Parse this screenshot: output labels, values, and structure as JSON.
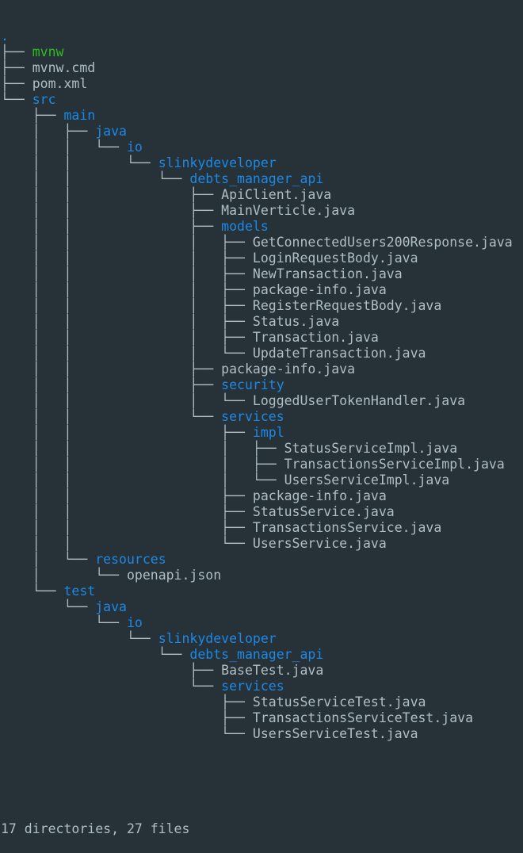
{
  "colors": {
    "background": "#263238",
    "text": "#b0bec5",
    "directory": "#1e88e5",
    "executable": "#2ebc1f"
  },
  "rows": [
    {
      "prefix": "",
      "name": ".",
      "kind": "dir"
    },
    {
      "prefix": "├── ",
      "name": "mvnw",
      "kind": "exec"
    },
    {
      "prefix": "├── ",
      "name": "mvnw.cmd",
      "kind": "file"
    },
    {
      "prefix": "├── ",
      "name": "pom.xml",
      "kind": "file"
    },
    {
      "prefix": "└── ",
      "name": "src",
      "kind": "dir"
    },
    {
      "prefix": "    ├── ",
      "name": "main",
      "kind": "dir"
    },
    {
      "prefix": "    │   ├── ",
      "name": "java",
      "kind": "dir"
    },
    {
      "prefix": "    │   │   └── ",
      "name": "io",
      "kind": "dir"
    },
    {
      "prefix": "    │   │       └── ",
      "name": "slinkydeveloper",
      "kind": "dir"
    },
    {
      "prefix": "    │   │           └── ",
      "name": "debts_manager_api",
      "kind": "dir"
    },
    {
      "prefix": "    │   │               ├── ",
      "name": "ApiClient.java",
      "kind": "file"
    },
    {
      "prefix": "    │   │               ├── ",
      "name": "MainVerticle.java",
      "kind": "file"
    },
    {
      "prefix": "    │   │               ├── ",
      "name": "models",
      "kind": "dir"
    },
    {
      "prefix": "    │   │               │   ├── ",
      "name": "GetConnectedUsers200Response.java",
      "kind": "file"
    },
    {
      "prefix": "    │   │               │   ├── ",
      "name": "LoginRequestBody.java",
      "kind": "file"
    },
    {
      "prefix": "    │   │               │   ├── ",
      "name": "NewTransaction.java",
      "kind": "file"
    },
    {
      "prefix": "    │   │               │   ├── ",
      "name": "package-info.java",
      "kind": "file"
    },
    {
      "prefix": "    │   │               │   ├── ",
      "name": "RegisterRequestBody.java",
      "kind": "file"
    },
    {
      "prefix": "    │   │               │   ├── ",
      "name": "Status.java",
      "kind": "file"
    },
    {
      "prefix": "    │   │               │   ├── ",
      "name": "Transaction.java",
      "kind": "file"
    },
    {
      "prefix": "    │   │               │   └── ",
      "name": "UpdateTransaction.java",
      "kind": "file"
    },
    {
      "prefix": "    │   │               ├── ",
      "name": "package-info.java",
      "kind": "file"
    },
    {
      "prefix": "    │   │               ├── ",
      "name": "security",
      "kind": "dir"
    },
    {
      "prefix": "    │   │               │   └── ",
      "name": "LoggedUserTokenHandler.java",
      "kind": "file"
    },
    {
      "prefix": "    │   │               └── ",
      "name": "services",
      "kind": "dir"
    },
    {
      "prefix": "    │   │                   ├── ",
      "name": "impl",
      "kind": "dir"
    },
    {
      "prefix": "    │   │                   │   ├── ",
      "name": "StatusServiceImpl.java",
      "kind": "file"
    },
    {
      "prefix": "    │   │                   │   ├── ",
      "name": "TransactionsServiceImpl.java",
      "kind": "file"
    },
    {
      "prefix": "    │   │                   │   └── ",
      "name": "UsersServiceImpl.java",
      "kind": "file"
    },
    {
      "prefix": "    │   │                   ├── ",
      "name": "package-info.java",
      "kind": "file"
    },
    {
      "prefix": "    │   │                   ├── ",
      "name": "StatusService.java",
      "kind": "file"
    },
    {
      "prefix": "    │   │                   ├── ",
      "name": "TransactionsService.java",
      "kind": "file"
    },
    {
      "prefix": "    │   │                   └── ",
      "name": "UsersService.java",
      "kind": "file"
    },
    {
      "prefix": "    │   └── ",
      "name": "resources",
      "kind": "dir"
    },
    {
      "prefix": "    │       └── ",
      "name": "openapi.json",
      "kind": "file"
    },
    {
      "prefix": "    └── ",
      "name": "test",
      "kind": "dir"
    },
    {
      "prefix": "        └── ",
      "name": "java",
      "kind": "dir"
    },
    {
      "prefix": "            └── ",
      "name": "io",
      "kind": "dir"
    },
    {
      "prefix": "                └── ",
      "name": "slinkydeveloper",
      "kind": "dir"
    },
    {
      "prefix": "                    └── ",
      "name": "debts_manager_api",
      "kind": "dir"
    },
    {
      "prefix": "                        ├── ",
      "name": "BaseTest.java",
      "kind": "file"
    },
    {
      "prefix": "                        └── ",
      "name": "services",
      "kind": "dir"
    },
    {
      "prefix": "                            ├── ",
      "name": "StatusServiceTest.java",
      "kind": "file"
    },
    {
      "prefix": "                            ├── ",
      "name": "TransactionsServiceTest.java",
      "kind": "file"
    },
    {
      "prefix": "                            └── ",
      "name": "UsersServiceTest.java",
      "kind": "file"
    }
  ],
  "summary": "17 directories, 27 files"
}
